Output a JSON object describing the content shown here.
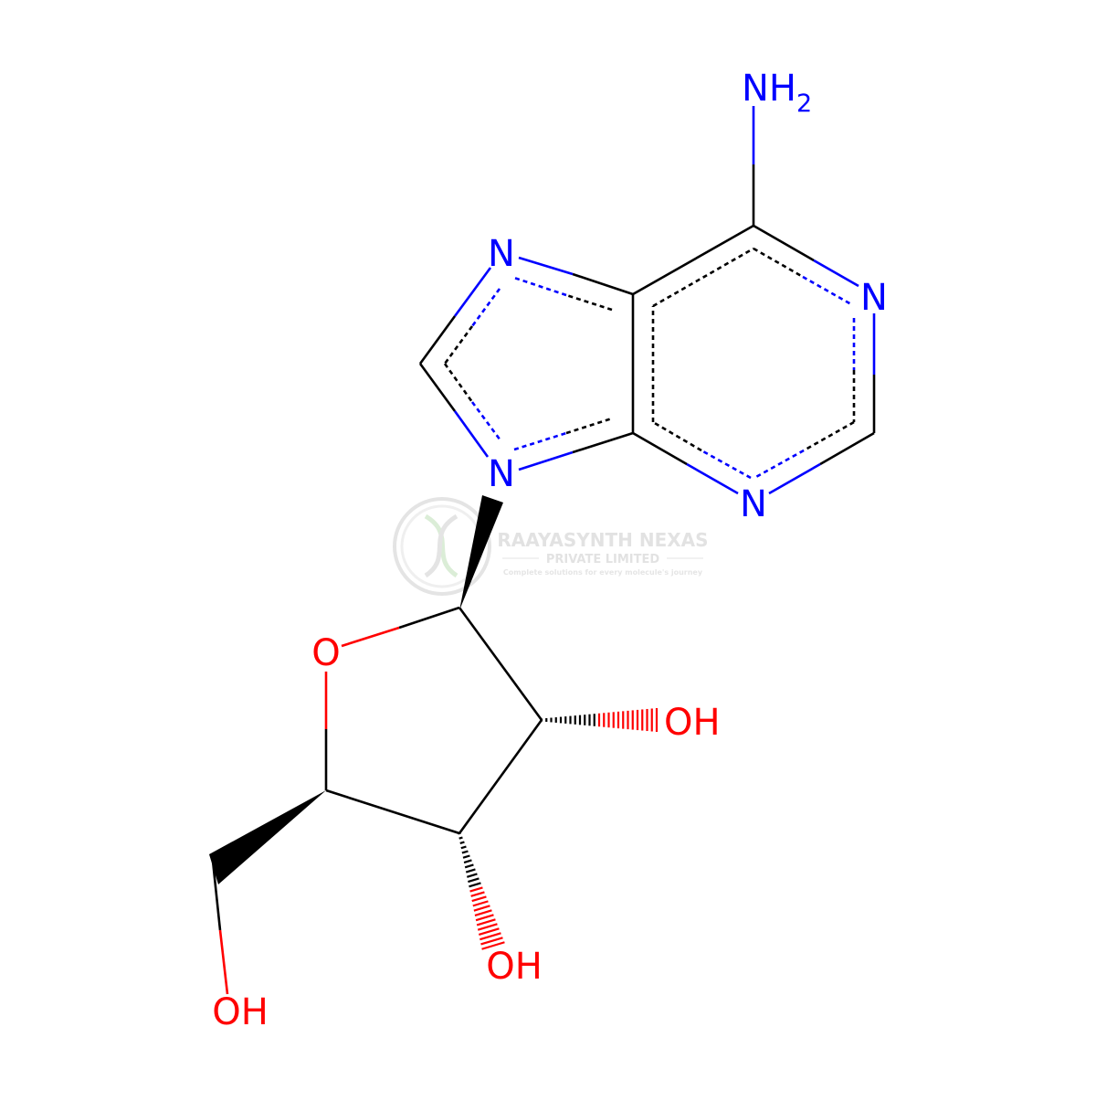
{
  "atoms": {
    "nh2": {
      "main": "NH",
      "sub": "2",
      "color": "#0000ff"
    },
    "n7": {
      "label": "N",
      "color": "#0000ff"
    },
    "n1": {
      "label": "N",
      "color": "#0000ff"
    },
    "n9": {
      "label": "N",
      "color": "#0000ff"
    },
    "n3": {
      "label": "N",
      "color": "#0000ff"
    },
    "o_ring": {
      "label": "O",
      "color": "#ff0000"
    },
    "oh_2": {
      "label": "OH",
      "color": "#ff0000"
    },
    "oh_3": {
      "label": "OH",
      "color": "#ff0000"
    },
    "oh_5": {
      "label": "OH",
      "color": "#ff0000"
    }
  },
  "watermark": {
    "company": "RAAYASYNTH NEXAS",
    "subtitle": "PRIVATE LIMITED",
    "tagline": "Complete solutions for every molecule's journey"
  },
  "colors": {
    "bond": "#000000",
    "nitrogen": "#0000ff",
    "oxygen": "#ff0000",
    "watermark": "#d6d6d6",
    "background": "#ffffff"
  }
}
